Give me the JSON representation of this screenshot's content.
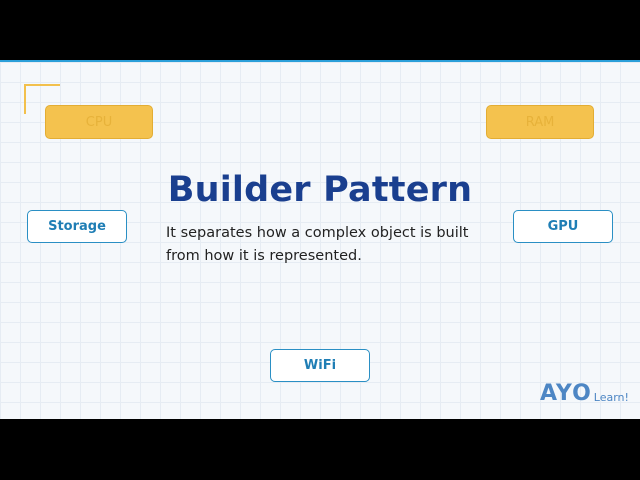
{
  "slide": {
    "title": "Builder Pattern",
    "subtitle": "It separates how a complex object is built from how it is represented."
  },
  "components": {
    "cpu": "CPU",
    "ram": "RAM",
    "storage": "Storage",
    "gpu": "GPU",
    "wifi": "WiFi"
  },
  "logo": {
    "main": "AYO",
    "sub": "Learn!"
  },
  "colors": {
    "accent_blue": "#2b9fd9",
    "title_navy": "#1a3f8f",
    "chip_yellow": "#f4c24e",
    "chip_border_blue": "#2a8fc4",
    "logo_blue": "#4d86c4"
  }
}
